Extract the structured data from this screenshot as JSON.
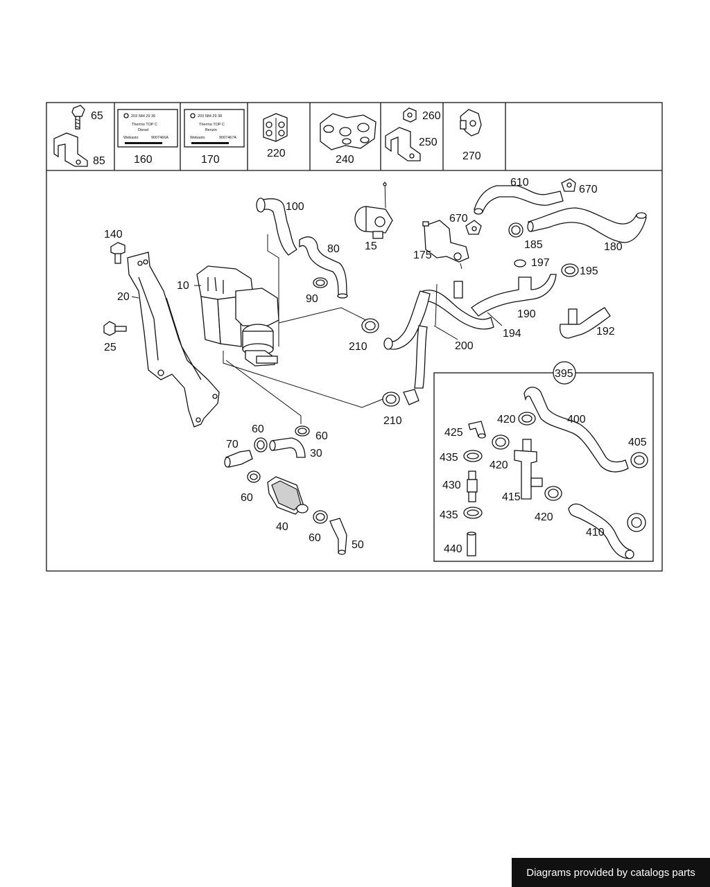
{
  "header_parts": [
    {
      "id": "65"
    },
    {
      "id": "85"
    },
    {
      "id": "160"
    },
    {
      "id": "170"
    },
    {
      "id": "220"
    },
    {
      "id": "240"
    },
    {
      "id": "260"
    },
    {
      "id": "250"
    },
    {
      "id": "270"
    }
  ],
  "labels": {
    "label_160": {
      "line1": "203 584 29 36",
      "line2": "Thermo TOP C",
      "line3": "Diesel",
      "brand": "Webasto",
      "code": "9007466A"
    },
    "label_170": {
      "line1": "203 584 29 38",
      "line2": "Thermo TOP C",
      "line3": "Benzin",
      "brand": "Webasto",
      "code": "9007467A"
    }
  },
  "callouts": {
    "c10": "10",
    "c15": "15",
    "c20": "20",
    "c25": "25",
    "c30": "30",
    "c40": "40",
    "c50": "50",
    "c60a": "60",
    "c60b": "60",
    "c60c": "60",
    "c60d": "60",
    "c70": "70",
    "c80": "80",
    "c90": "90",
    "c100": "100",
    "c140": "140",
    "c175": "175",
    "c180": "180",
    "c185": "185",
    "c190": "190",
    "c192": "192",
    "c194": "194",
    "c195": "195",
    "c197": "197",
    "c200": "200",
    "c210a": "210",
    "c210b": "210",
    "c610": "610",
    "c670a": "670",
    "c670b": "670"
  },
  "inset": {
    "title": "395",
    "callouts": {
      "c400": "400",
      "c405": "405",
      "c410": "410",
      "c415": "415",
      "c420a": "420",
      "c420b": "420",
      "c420c": "420",
      "c425": "425",
      "c430": "430",
      "c435a": "435",
      "c435b": "435",
      "c440": "440"
    }
  },
  "footer": {
    "text": "Diagrams provided by catalogs parts"
  },
  "colors": {
    "line": "#111111",
    "background": "#ffffff",
    "banner": "#111111",
    "banner_text": "#ffffff"
  }
}
